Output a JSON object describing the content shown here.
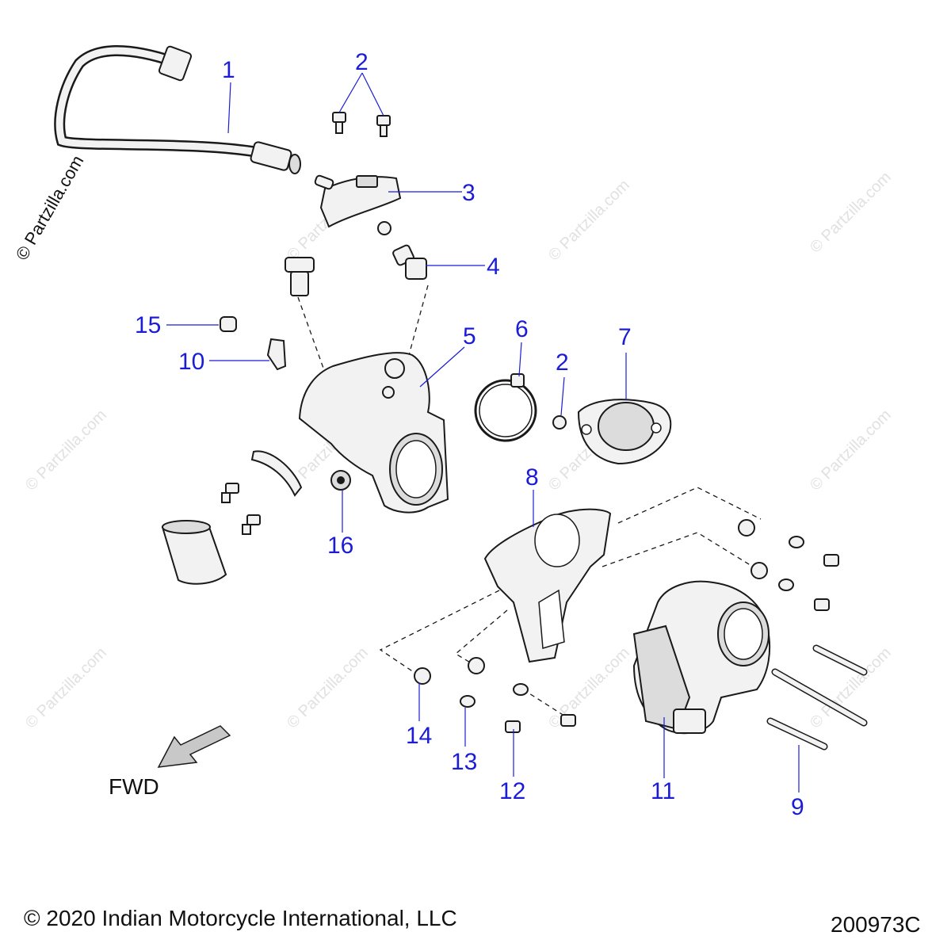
{
  "callouts": {
    "c1": "1",
    "c2a": "2",
    "c2b": "2",
    "c3": "3",
    "c4": "4",
    "c5": "5",
    "c6": "6",
    "c7": "7",
    "c8": "8",
    "c9": "9",
    "c10": "10",
    "c11": "11",
    "c12": "12",
    "c13": "13",
    "c14": "14",
    "c15": "15",
    "c16": "16"
  },
  "watermark": "© Partzilla.com",
  "direction_label": "FWD",
  "footer": {
    "copyright": "© 2020 Indian Motorcycle International, LLC",
    "diagram_id": "200973C"
  },
  "colors": {
    "callout": "#1c1cd6",
    "line": "#1a1a1a",
    "watermark": "#e1e1e1"
  }
}
